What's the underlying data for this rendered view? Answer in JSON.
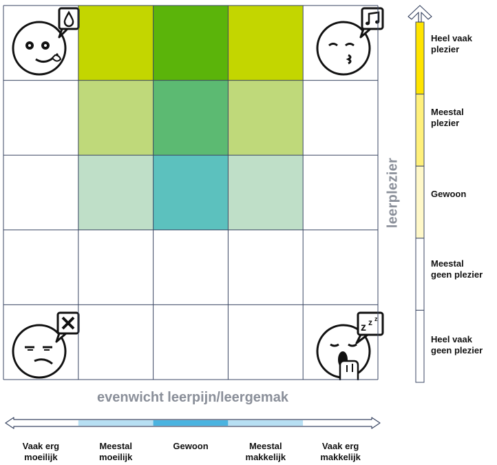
{
  "x_axis": {
    "title": "evenwicht leerpijn/leergemak",
    "levels": [
      "Vaak erg\nmoeilijk",
      "Meestal\nmoeilijk",
      "Gewoon",
      "Meestal\nmakkelijk",
      "Vaak erg\nmakkelijk"
    ]
  },
  "y_axis": {
    "title": "leerplezier",
    "levels": [
      "Heel vaak\nplezier",
      "Meestal\nplezier",
      "Gewoon",
      "Meestal\ngeen plezier",
      "Heel vaak\ngeen plezier"
    ]
  },
  "grid": {
    "rows": 5,
    "cols": 5,
    "cell_colors": [
      [
        "#ffffff",
        "#c3d600",
        "#5bb40a",
        "#c3d600",
        "#ffffff"
      ],
      [
        "#ffffff",
        "#bfd97a",
        "#5cba72",
        "#bfd97a",
        "#ffffff"
      ],
      [
        "#ffffff",
        "#bfdfc8",
        "#5cc1be",
        "#bfdfc8",
        "#ffffff"
      ],
      [
        "#ffffff",
        "#ffffff",
        "#ffffff",
        "#ffffff",
        "#ffffff"
      ],
      [
        "#ffffff",
        "#ffffff",
        "#ffffff",
        "#ffffff",
        "#ffffff"
      ]
    ],
    "line_color": "#3a4663"
  },
  "x_scale_colors": [
    "#ffffff",
    "#b7dff3",
    "#4ab3e0",
    "#b7dff3",
    "#ffffff"
  ],
  "y_scale_colors": [
    "#ffe400",
    "#fff07a",
    "#fff8c8",
    "#ffffff",
    "#ffffff"
  ],
  "corner_icons": {
    "top_left": "yummy-face-icon",
    "top_right": "whistling-face-icon",
    "bottom_left": "annoyed-face-icon",
    "bottom_right": "yawning-face-icon"
  }
}
